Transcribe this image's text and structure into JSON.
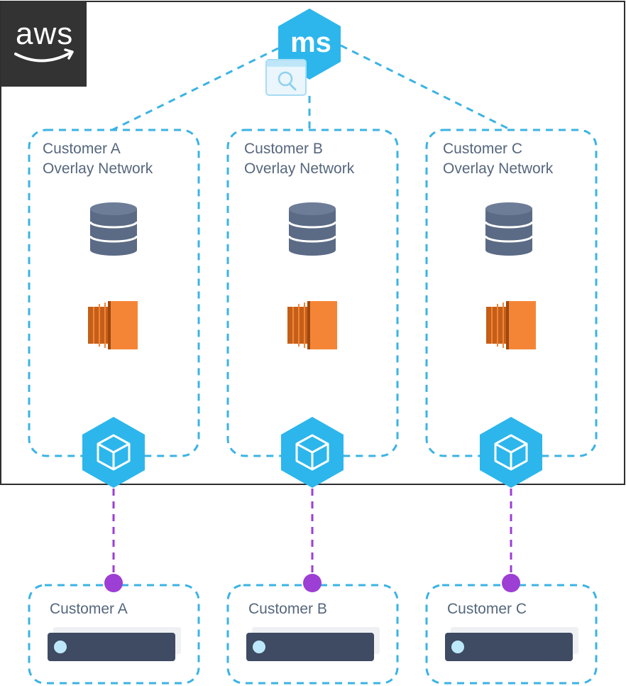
{
  "logo": {
    "text": "aws"
  },
  "hub": {
    "text": "ms"
  },
  "overlays": [
    {
      "line1": "Customer A",
      "line2": "Overlay Network"
    },
    {
      "line1": "Customer B",
      "line2": "Overlay Network"
    },
    {
      "line1": "Customer C",
      "line2": "Overlay Network"
    }
  ],
  "sites": [
    {
      "label": "Customer A"
    },
    {
      "label": "Customer B"
    },
    {
      "label": "Customer C"
    }
  ],
  "colors": {
    "dashed_blue": "#3bb3e4",
    "dashed_purple": "#9d3ed4",
    "hex_fill": "#2cb6ec",
    "db_fill": "#5b6b86",
    "ec2_orange": "#f58536",
    "aws_bg": "#333333"
  }
}
